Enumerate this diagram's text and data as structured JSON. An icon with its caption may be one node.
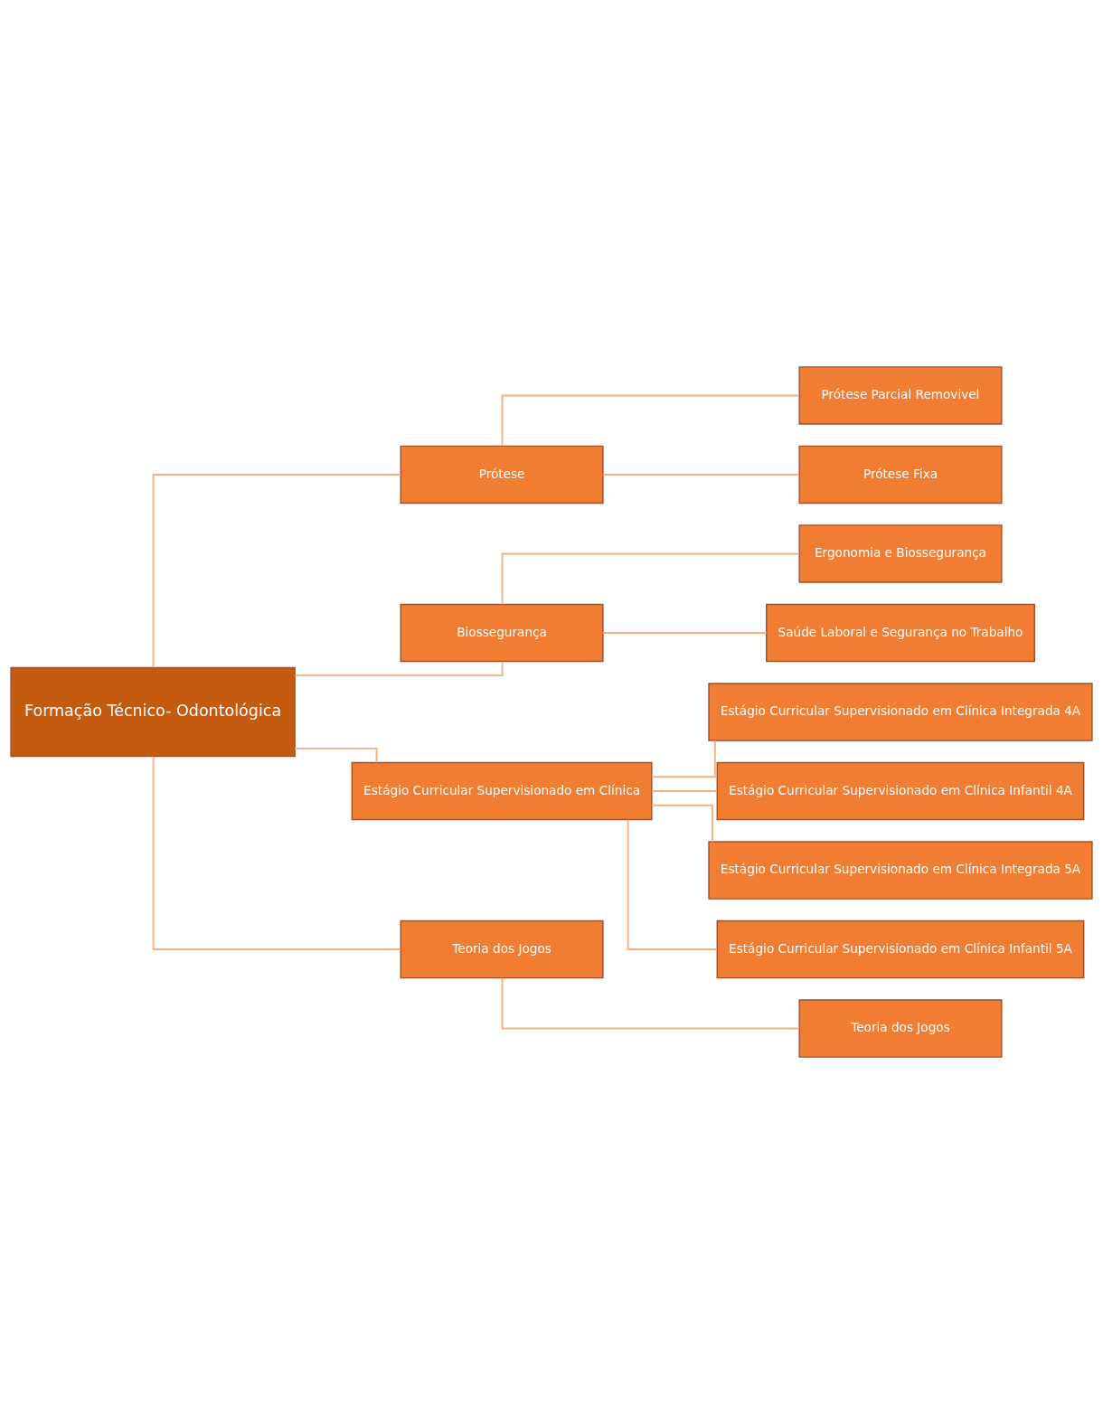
{
  "diagram": {
    "nodes": [
      {
        "text": [
          "Formação Técnico- Odontológica"
        ]
      },
      {
        "text": [
          "Prótese"
        ]
      },
      {
        "text": [
          "Prótese Parcial Removivel"
        ]
      },
      {
        "text": [
          "Prótese Fixa"
        ]
      },
      {
        "text": [
          "Biossegurança"
        ]
      },
      {
        "text": [
          "Ergonomia e Biossegurança"
        ]
      },
      {
        "text": [
          "Saúde Laboral e Segurança no Trabalho"
        ]
      },
      {
        "text": [
          "Estágio Curricular Supervisionado em Clínica"
        ]
      },
      {
        "text": [
          "Estágio Curricular Supervisionado em Clínica Integrada 4A"
        ]
      },
      {
        "text": [
          "Estágio Curricular Supervisionado em Clínica Infantil 4A"
        ]
      },
      {
        "text": [
          "Estágio Curricular Supervisionado em Clínica Integrada 5A"
        ]
      },
      {
        "text": [
          "Estágio Curricular Supervisionado em Clínica Infantil 5A"
        ]
      },
      {
        "text": [
          "Teoria dos Jogos"
        ]
      },
      {
        "text": [
          "Teoria dos Jogos"
        ]
      }
    ],
    "edges": [
      {
        "from": 0,
        "to": 1,
        "arrow": "none",
        "color": "#f4b183"
      },
      {
        "from": 1,
        "to": 2,
        "arrow": "none",
        "color": "#f4b183"
      },
      {
        "from": 1,
        "to": 3,
        "arrow": "none",
        "color": "#f4b183"
      },
      {
        "from": 0,
        "to": 4,
        "arrow": "none",
        "color": "#f4b183"
      },
      {
        "from": 4,
        "to": 5,
        "arrow": "none",
        "color": "#f4b183"
      },
      {
        "from": 4,
        "to": 6,
        "arrow": "none",
        "color": "#f4b183"
      },
      {
        "from": 0,
        "to": 7,
        "arrow": "none",
        "color": "#f4b183"
      },
      {
        "from": 7,
        "to": 8,
        "arrow": "none",
        "color": "#f4b183"
      },
      {
        "from": 7,
        "to": 9,
        "arrow": "none",
        "color": "#f4b183"
      },
      {
        "from": 7,
        "to": 10,
        "arrow": "none",
        "color": "#f4b183"
      },
      {
        "from": 7,
        "to": 11,
        "arrow": "none",
        "color": "#f4b183"
      },
      {
        "from": 0,
        "to": 12,
        "arrow": "none",
        "color": "#f4b183"
      },
      {
        "from": 12,
        "to": 13,
        "arrow": "none",
        "color": "#f4b183"
      }
    ]
  }
}
